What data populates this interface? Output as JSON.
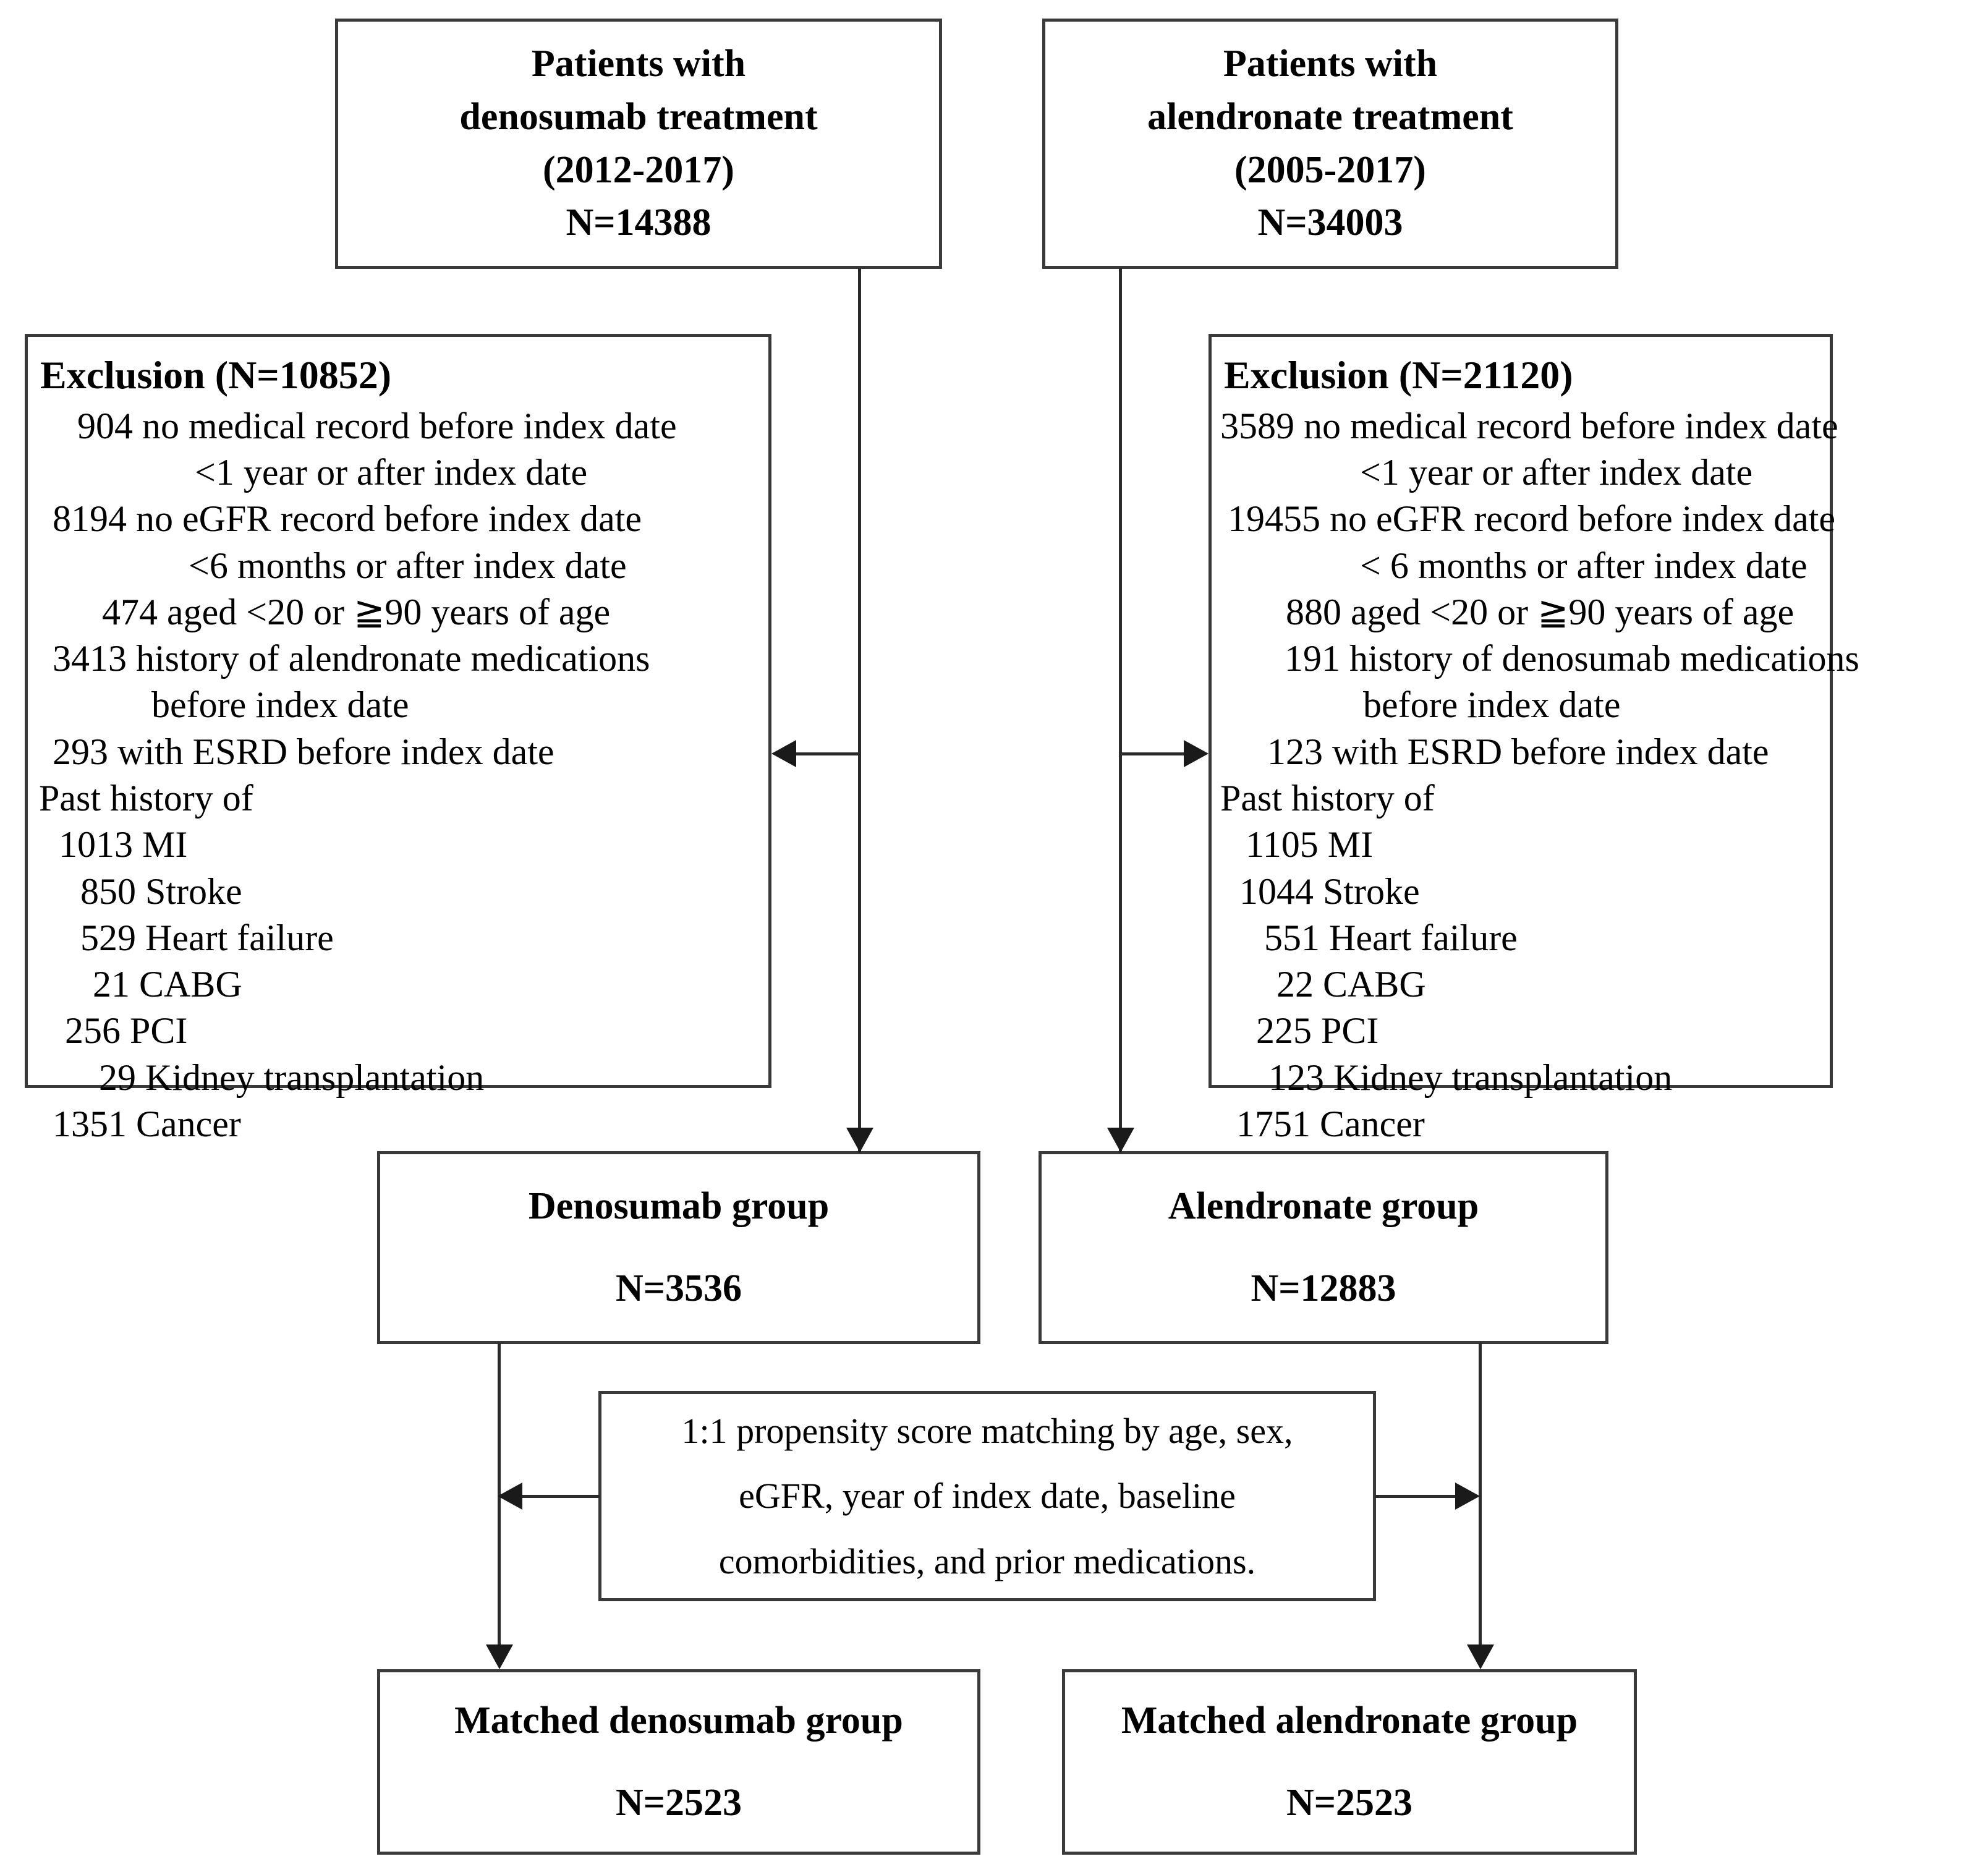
{
  "diagram": {
    "type": "study-flow-diagram",
    "title": "Patient selection flowchart"
  },
  "cohorts": {
    "denosumab_source": {
      "line1": "Patients with",
      "line2": "denosumab treatment",
      "line3": "(2012-2017)",
      "line4": "N=14388"
    },
    "alendronate_source": {
      "line1": "Patients with",
      "line2": "alendronate treatment",
      "line3": "(2005-2017)",
      "line4": "N=34003"
    }
  },
  "exclusion_left": {
    "title": "Exclusion (N=10852)",
    "lines": [
      "904 no medical record before index date",
      "<1 year or after index date",
      "8194 no eGFR record before index date",
      "<6 months or after index date",
      "474 aged <20 or  ≧90 years of age",
      "3413 history of alendronate medications",
      "before index date",
      "293 with ESRD before index date",
      "Past history of",
      "1013 MI",
      "850 Stroke",
      "529 Heart failure",
      "21 CABG",
      "256 PCI",
      "29 Kidney transplantation",
      "1351 Cancer"
    ],
    "indents": [
      60,
      250,
      20,
      240,
      100,
      20,
      180,
      20,
      0,
      30,
      60,
      60,
      80,
      40,
      90,
      20
    ]
  },
  "exclusion_right": {
    "title": "Exclusion (N=21120)",
    "lines": [
      "3589 no medical record before index date",
      "<1 year or after index date",
      "19455 no eGFR record before index date",
      "< 6 months or after index date",
      "880 aged <20 or  ≧90 years of age",
      "191 history of denosumab medications",
      "before index date",
      "123 with ESRD before index date",
      "Past history of",
      "1105 MI",
      "1044 Stroke",
      "551 Heart failure",
      "22 CABG",
      "225 PCI",
      "123 Kidney transplantation",
      "1751 Cancer"
    ],
    "indents": [
      10,
      230,
      20,
      230,
      110,
      110,
      235,
      80,
      0,
      40,
      30,
      70,
      90,
      60,
      80,
      30
    ]
  },
  "groups": {
    "denosumab": {
      "title": "Denosumab group",
      "n": "N=3536"
    },
    "alendronate": {
      "title": "Alendronate group",
      "n": "N=12883"
    }
  },
  "matching": {
    "line1": "1:1 propensity score matching by age, sex,",
    "line2": "eGFR, year of index date, baseline",
    "line3": "comorbidities, and prior medications."
  },
  "matched": {
    "denosumab": {
      "title": "Matched denosumab group",
      "n": "N=2523"
    },
    "alendronate": {
      "title": "Matched alendronate group",
      "n": "N=2523"
    }
  },
  "colors": {
    "box_border": "#3a3a3a",
    "connector": "#2b2b2b",
    "arrowhead": "#1a1a1a",
    "background": "#ffffff",
    "text": "#000000"
  }
}
